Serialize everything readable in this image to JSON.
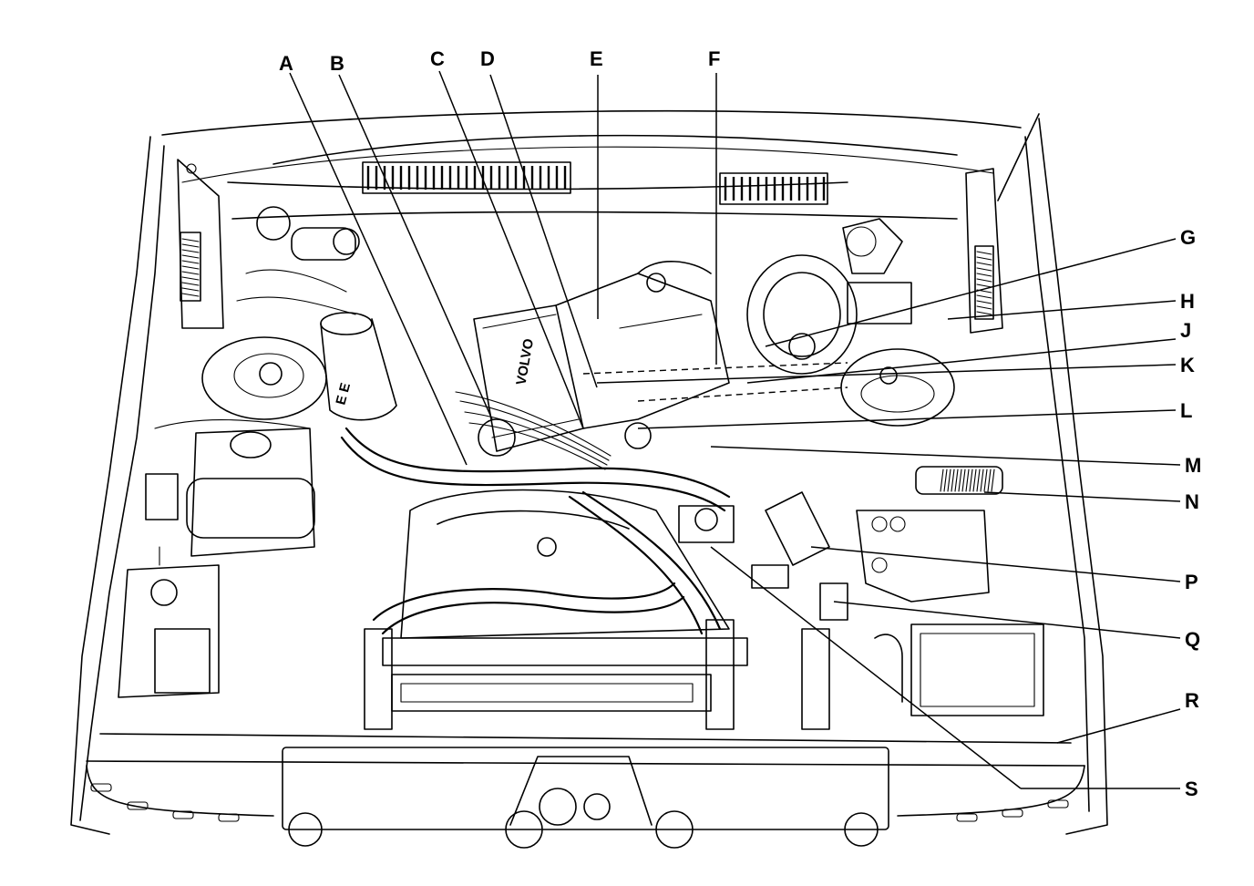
{
  "figure": {
    "description_free": true,
    "callouts": [
      {
        "id": "A",
        "label": "A"
      },
      {
        "id": "B",
        "label": "B"
      },
      {
        "id": "C",
        "label": "C"
      },
      {
        "id": "D",
        "label": "D"
      },
      {
        "id": "E",
        "label": "E"
      },
      {
        "id": "F",
        "label": "F"
      },
      {
        "id": "G",
        "label": "G"
      },
      {
        "id": "H",
        "label": "H"
      },
      {
        "id": "J",
        "label": "J"
      },
      {
        "id": "K",
        "label": "K"
      },
      {
        "id": "L",
        "label": "L"
      },
      {
        "id": "M",
        "label": "M"
      },
      {
        "id": "N",
        "label": "N"
      },
      {
        "id": "P",
        "label": "P"
      },
      {
        "id": "Q",
        "label": "Q"
      },
      {
        "id": "R",
        "label": "R"
      },
      {
        "id": "S",
        "label": "S"
      }
    ],
    "engine_badge": "VOLVO",
    "filter_badge": "E E"
  },
  "colors": {
    "ink": "#000000",
    "paper": "#ffffff"
  }
}
